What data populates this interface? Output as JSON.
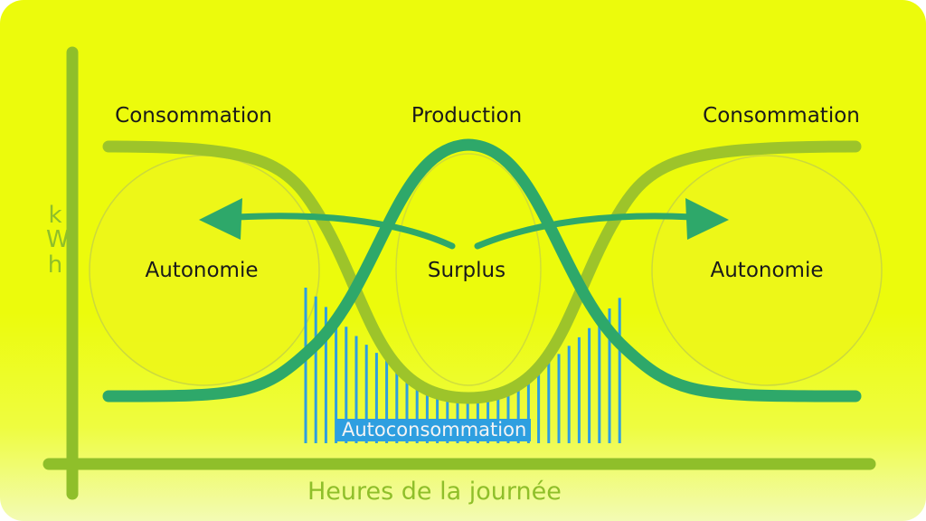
{
  "labels": {
    "consumption_left": "Consommation",
    "production": "Production",
    "consumption_right": "Consommation",
    "autonomy_left": "Autonomie",
    "surplus": "Surplus",
    "autonomy_right": "Autonomie",
    "self_consumption": "Autoconsommation"
  },
  "axes": {
    "y_label": "kWh",
    "x_label": "Heures de la journée"
  },
  "colors": {
    "background": "#ecfb0c",
    "axis": "#8fbf2a",
    "consumption_curve": "#9dc42a",
    "production_curve": "#2ea86a",
    "arrow": "#2ea86a",
    "hatch_bars": "#2e9fe0",
    "text": "#1a1a1a"
  }
}
